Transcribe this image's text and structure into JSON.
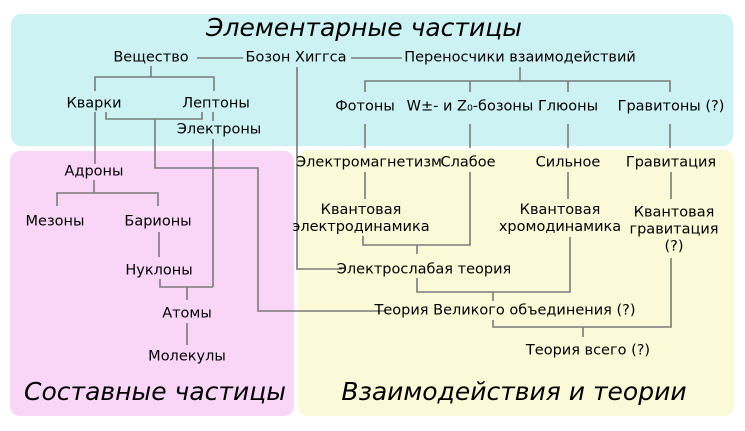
{
  "regions": {
    "elementary": {
      "title": "Элементарные частицы"
    },
    "composite": {
      "title": "Составные частицы"
    },
    "interactions": {
      "title": "Взаимодействия и теории"
    }
  },
  "nodes": {
    "matter": "Вещество",
    "higgs": "Бозон Хиггса",
    "carriers": "Переносчики взаимодействий",
    "quarks": "Кварки",
    "leptons": "Лептоны",
    "electrons": "Электроны",
    "photons": "Фотоны",
    "wz_bosons": "W±- и Z₀-бозоны",
    "gluons": "Глюоны",
    "gravitons": "Гравитоны (?)",
    "hadrons": "Адроны",
    "mesons": "Мезоны",
    "baryons": "Барионы",
    "nucleons": "Нуклоны",
    "atoms": "Атомы",
    "molecules": "Молекулы",
    "electromagnetism": "Электромагнетизм",
    "weak": "Слабое",
    "strong": "Сильное",
    "gravitation": "Гравитация",
    "qed": "Квантовая\nэлектродинамика",
    "qcd": "Квантовая\nхромодинамика",
    "quantum_gravity": "Квантовая\nгравитация\n(?)",
    "electroweak": "Электрослабая теория",
    "gut": "Теория Великого объединения (?)",
    "toe": "Теория всего (?)"
  },
  "colors": {
    "elementary_bg": "#cdf2f4",
    "composite_bg": "#f9d6f8",
    "interactions_bg": "#fafad8",
    "line": "#7b7b7b",
    "text": "#000000"
  }
}
